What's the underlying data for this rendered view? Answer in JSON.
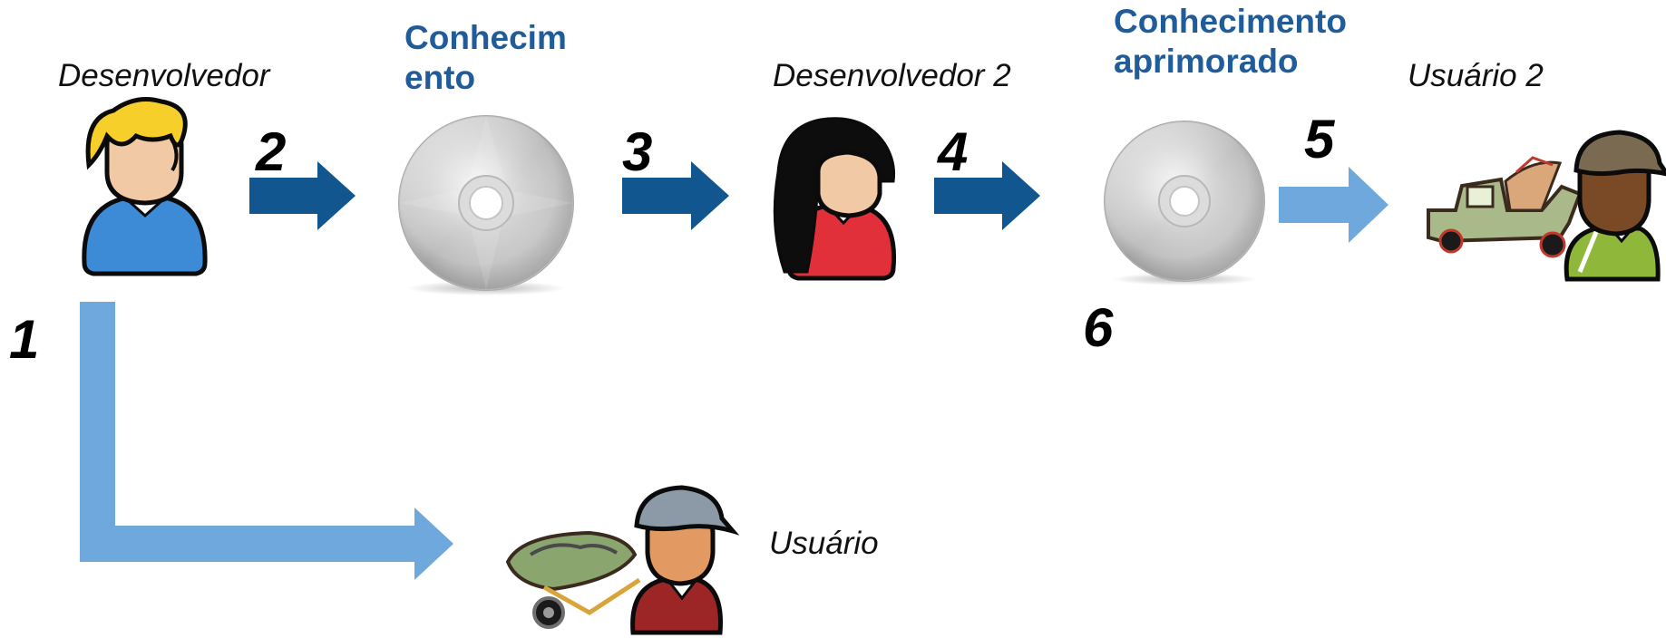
{
  "diagram": {
    "labels": {
      "developer": "Desenvolvedor",
      "knowledge_line1": "Conhecim",
      "knowledge_line2": "ento",
      "developer2": "Desenvolvedor  2",
      "improved_knowledge_line1": "Conhecimento",
      "improved_knowledge_line2": "aprimorado",
      "user2": "Usuário 2",
      "user": "Usuário"
    },
    "steps": [
      "1",
      "2",
      "3",
      "4",
      "5",
      "6"
    ],
    "colors": {
      "arrow_dark": "#12568f",
      "arrow_light": "#6fa8dc",
      "knowledge_text": "#1f5c99",
      "text": "#111111"
    },
    "icons": {
      "developer": "developer-person-icon",
      "knowledge": "disc-icon",
      "developer2": "developer2-person-icon",
      "improved_knowledge": "disc-icon",
      "user2": "user-with-truck-icon",
      "user": "user-with-wheelbarrow-icon"
    }
  }
}
